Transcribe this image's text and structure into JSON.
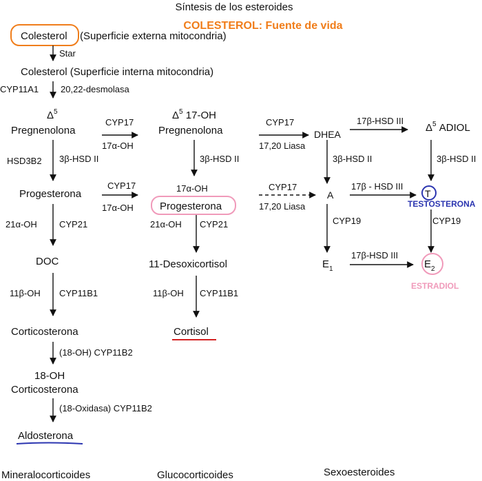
{
  "title": "Síntesis de los esteroides",
  "highlight_note": "COLESTEROL: Fuente de vida",
  "nodes": {
    "colesterol": "Colesterol",
    "colesterol_ext_note": "(Superficie externa mitocondria)",
    "colesterol_int": "Colesterol (Superficie interna mitocondria)",
    "delta5": "Δ",
    "sup5": "5",
    "pregnenolona": "Pregnenolona",
    "delta5_17oh": "17-OH",
    "pregnenolona_17oh": "Pregnenolona",
    "dhea": "DHEA",
    "adiol": "ADIOL",
    "progesterona": "Progesterona",
    "progesterona_17oh_label": "17α-OH",
    "progesterona_17oh": "Progesterona",
    "a": "A",
    "t": "T",
    "testosterona": "TESTOSTERONA",
    "doc": "DOC",
    "desoxicortisol": "11-Desoxicortisol",
    "e1": "E",
    "e1_sub": "1",
    "e2": "E",
    "e2_sub": "2",
    "estradiol": "ESTRADIOL",
    "corticosterona": "Corticosterona",
    "cortisol": "Cortisol",
    "hydroxy_corticosterona_line1": "18-OH",
    "hydroxy_corticosterona_line2": "Corticosterona",
    "aldosterona": "Aldosterona"
  },
  "enzymes": {
    "star": "Star",
    "cyp11a1": "CYP11A1",
    "desmolasa": "20,22-desmolasa",
    "cyp17_a": "CYP17",
    "alpha_oh_a": "17α-OH",
    "cyp17_b": "CYP17",
    "liasa_b": "17,20 Liasa",
    "hsd17_a": "17β-HSD III",
    "hsd3b2": "HSD3B2",
    "hsd3b_a": "3β-HSD II",
    "hsd3b_b": "3β-HSD II",
    "hsd3b_c": "3β-HSD II",
    "hsd3b_d": "3β-HSD II",
    "cyp17_c": "CYP17",
    "alpha_oh_c": "17α-OH",
    "cyp17_d": "CYP17",
    "liasa_d": "17,20 Liasa",
    "hsd17_b": "17β - HSD III",
    "oh21_a": "21α-OH",
    "cyp21_a": "CYP21",
    "oh21_b": "21α-OH",
    "cyp21_b": "CYP21",
    "cyp19_a": "CYP19",
    "cyp19_b": "CYP19",
    "hsd17_c": "17β-HSD III",
    "oh11_a": "11β-OH",
    "cyp11b1_a": "CYP11B1",
    "oh11_b": "11β-OH",
    "cyp11b1_b": "CYP11B1",
    "cyp11b2_a": "(18-OH) CYP11B2",
    "cyp11b2_b": "(18-Oxidasa) CYP11B2"
  },
  "footer": {
    "mineralo": "Mineralocorticoides",
    "gluco": "Glucocorticoides",
    "sexo": "Sexoesteroides"
  },
  "colors": {
    "orange": "#f07d1a",
    "pink": "#f09aba",
    "blue": "#2b35b0",
    "red": "#d42020",
    "underline_blue": "#2b35b0"
  }
}
